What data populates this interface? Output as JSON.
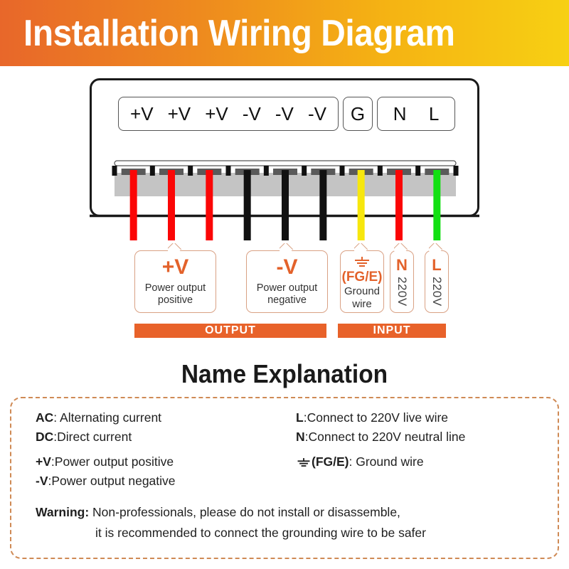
{
  "header": {
    "title": "Installation Wiring Diagram",
    "gradient_from": "#e8672a",
    "gradient_to": "#f7d013"
  },
  "device": {
    "terminal_groups": [
      {
        "name": "dc-output-terminals",
        "labels": [
          "+V",
          "+V",
          "+V",
          "-V",
          "-V",
          "-V"
        ]
      },
      {
        "name": "ground-terminal",
        "labels": [
          "G"
        ]
      },
      {
        "name": "ac-input-terminals",
        "labels": [
          "N",
          "L"
        ]
      }
    ],
    "wires": [
      {
        "index": 1,
        "color": "#fb0606",
        "color_name": "red",
        "terminal": "+V"
      },
      {
        "index": 2,
        "color": "#fb0606",
        "color_name": "red",
        "terminal": "+V"
      },
      {
        "index": 3,
        "color": "#fb0606",
        "color_name": "red",
        "terminal": "+V"
      },
      {
        "index": 4,
        "color": "#111111",
        "color_name": "black",
        "terminal": "-V"
      },
      {
        "index": 5,
        "color": "#111111",
        "color_name": "black",
        "terminal": "-V"
      },
      {
        "index": 6,
        "color": "#111111",
        "color_name": "black",
        "terminal": "-V"
      },
      {
        "index": 7,
        "color": "#f7e70d",
        "color_name": "yellow",
        "terminal": "G"
      },
      {
        "index": 8,
        "color": "#fb0606",
        "color_name": "red",
        "terminal": "N"
      },
      {
        "index": 9,
        "color": "#12e012",
        "color_name": "green",
        "terminal": "L"
      }
    ],
    "strip_color": "#c4c4c4",
    "screw_color": "#5a5a5a"
  },
  "callouts": {
    "positive": {
      "symbol": "+V",
      "description_line1": "Power output",
      "description_line2": "positive"
    },
    "negative": {
      "symbol": "-V",
      "description_line1": "Power output",
      "description_line2": "negative"
    },
    "ground": {
      "symbol": "(FG/E)",
      "description_line1": "Ground",
      "description_line2": "wire",
      "icon": "ground-symbol"
    },
    "neutral": {
      "symbol": "N",
      "voltage": "220V"
    },
    "live": {
      "symbol": "L",
      "voltage": "220V"
    }
  },
  "section_bars": {
    "output_label": "OUTPUT",
    "input_label": "INPUT",
    "color": "#e8622a"
  },
  "legend": {
    "heading": "Name Explanation",
    "entries": [
      {
        "key": "AC",
        "sep": ": ",
        "value": "Alternating current"
      },
      {
        "key": "DC",
        "sep": ":",
        "value": "Direct current"
      },
      {
        "key": "+V",
        "sep": ":",
        "value": "Power output positive"
      },
      {
        "key": "-V",
        "sep": ":",
        "value": "Power output negative"
      },
      {
        "key": "L",
        "sep": ":",
        "value": "Connect to 220V live wire"
      },
      {
        "key": "N",
        "sep": ":",
        "value": "Connect to 220V neutral line"
      },
      {
        "key": "(FG/E)",
        "sep": ": ",
        "value": "Ground wire",
        "icon": "ground-symbol"
      }
    ],
    "warning_key": "Warning:",
    "warning_line1": "Non-professionals, please do not install or disassemble,",
    "warning_line2": "it is recommended to connect the grounding wire to be safer",
    "border_color": "#cf8a55"
  }
}
